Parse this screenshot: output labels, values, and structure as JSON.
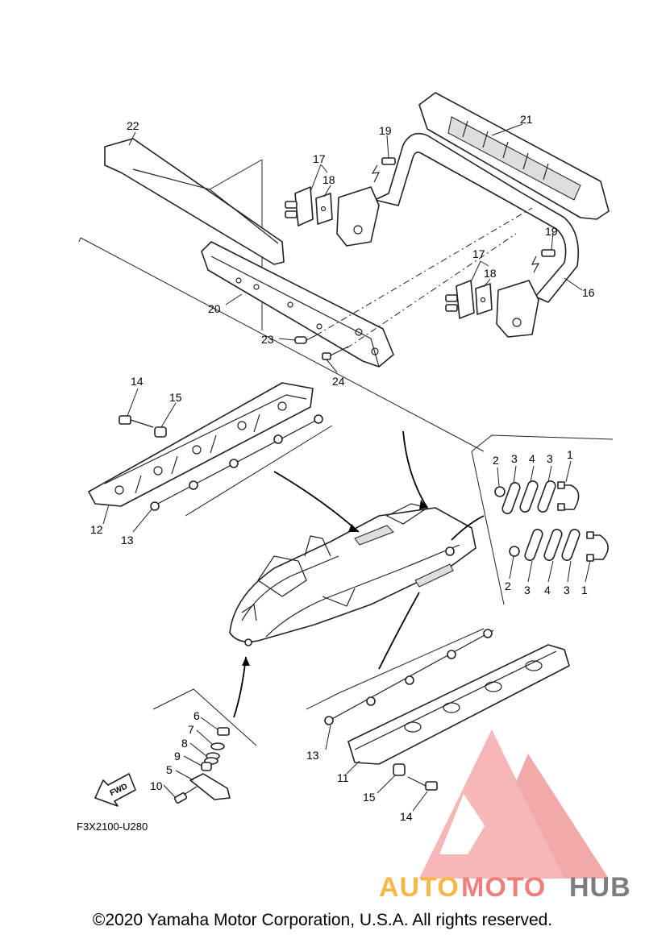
{
  "diagram": {
    "callouts": {
      "c1a": "1",
      "c1b": "1",
      "c2a": "2",
      "c2b": "2",
      "c3a": "3",
      "c3b": "3",
      "c3c": "3",
      "c3d": "3",
      "c4a": "4",
      "c4b": "4",
      "c5": "5",
      "c6": "6",
      "c7": "7",
      "c8": "8",
      "c9": "9",
      "c10": "10",
      "c11": "11",
      "c12": "12",
      "c13a": "13",
      "c13b": "13",
      "c14a": "14",
      "c14b": "14",
      "c15a": "15",
      "c15b": "15",
      "c16": "16",
      "c17a": "17",
      "c17b": "17",
      "c18a": "18",
      "c18b": "18",
      "c19a": "19",
      "c19b": "19",
      "c20": "20",
      "c21": "21",
      "c22": "22",
      "c23": "23",
      "c24": "24"
    },
    "fwd_label": "FWD",
    "figure_code": "F3X2100-U280"
  },
  "watermark": {
    "brand_part1": "AUTO",
    "brand_part2": "MOTO",
    "brand_part3": "HUB",
    "colors": {
      "auto": "#f7b84a",
      "moto": "#ef7f7f",
      "hub": "#7d7d7d",
      "logo": "#ef7f7f"
    }
  },
  "footer": {
    "copyright": "©2020 Yamaha Motor Corporation, U.S.A. All rights reserved."
  }
}
